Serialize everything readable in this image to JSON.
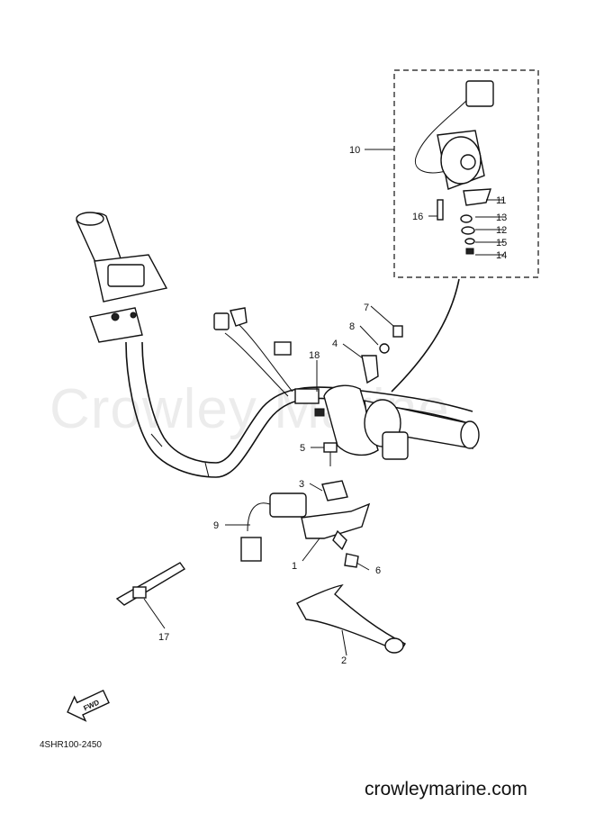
{
  "diagram": {
    "drawing_code": "4SHR100-2450",
    "watermark": "Crowley Marine",
    "website": "crowleymarine.com",
    "fwd_label": "FWD",
    "callouts": [
      "1",
      "2",
      "3",
      "4",
      "5",
      "6",
      "7",
      "8",
      "9",
      "10",
      "11",
      "12",
      "13",
      "14",
      "15",
      "16",
      "17",
      "18"
    ]
  }
}
